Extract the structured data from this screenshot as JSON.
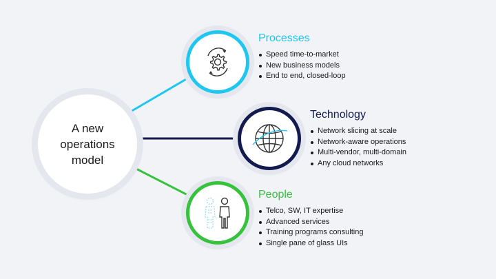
{
  "center": {
    "label": "A new operations model"
  },
  "colors": {
    "processes": "#1ec6f0",
    "technology": "#131a4d",
    "people": "#36c23d",
    "background": "#f1f3f6"
  },
  "sections": {
    "processes": {
      "title": "Processes",
      "icon": "gear-cycle-icon",
      "bullets": [
        "Speed time-to-market",
        "New business models",
        "End to end, closed-loop"
      ]
    },
    "technology": {
      "title": "Technology",
      "icon": "globe-network-icon",
      "bullets": [
        "Network slicing at scale",
        "Network-aware operations",
        "Multi-vendor, multi-domain",
        "Any cloud networks"
      ]
    },
    "people": {
      "title": "People",
      "icon": "people-figures-icon",
      "bullets": [
        "Telco, SW, IT expertise",
        "Advanced services",
        "Training programs consulting",
        "Single pane of glass UIs"
      ]
    }
  }
}
